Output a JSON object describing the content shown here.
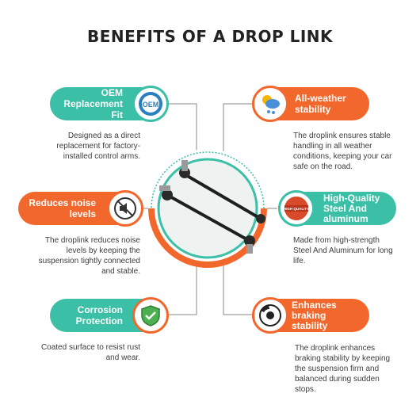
{
  "title": "BENEFITS OF A DROP LINK",
  "benefits": {
    "oem": {
      "title_line1": "OEM",
      "title_line2": "Replacement Fit",
      "badge_text": "OEM",
      "desc_line1": "Designed as a direct",
      "desc_line2": "replacement for factory-",
      "desc_line3": "installed control arms."
    },
    "weather": {
      "title_line1": "All-weather",
      "title_line2": "stability",
      "desc_line1": "The droplink ensures stable",
      "desc_line2": "handling in all weather",
      "desc_line3": "conditions, keeping your car",
      "desc_line4": "safe on the road."
    },
    "noise": {
      "title_line1": "Reduces noise",
      "title_line2": "levels",
      "desc_line1": "The droplink reduces noise",
      "desc_line2": "levels by keeping the",
      "desc_line3": "suspension tightly connected",
      "desc_line4": "and stable."
    },
    "quality": {
      "title_line1": "High-Quality",
      "title_line2": "Steel And",
      "title_line3": "aluminum",
      "badge_text": "HIGH QUALITY",
      "desc_line1": "Made from high-strength",
      "desc_line2": "Steel And Aluminum for long",
      "desc_line3": "life."
    },
    "corrosion": {
      "title_line1": "Corrosion",
      "title_line2": "Protection",
      "desc_line1": "Coated surface to resist rust",
      "desc_line2": "and wear."
    },
    "braking": {
      "title_line1": "Enhances",
      "title_line2": "braking",
      "title_line3": "stability",
      "desc_line1": "The droplink enhances",
      "desc_line2": "braking stability by keeping",
      "desc_line3": "the suspension firm and",
      "desc_line4": "balanced during sudden",
      "desc_line5": "stops."
    }
  },
  "colors": {
    "teal": "#3bbfa6",
    "orange": "#f2682c",
    "line": "#8a8a8a"
  }
}
